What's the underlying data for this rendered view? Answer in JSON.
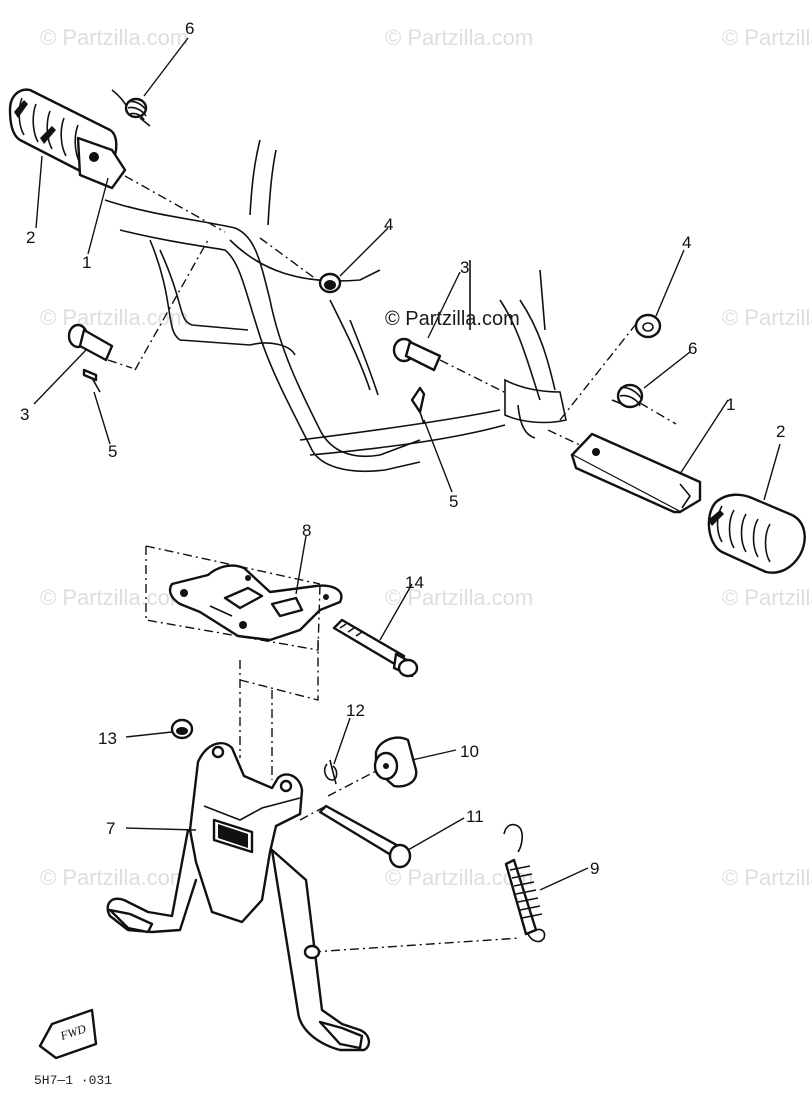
{
  "diagram": {
    "watermark_text": "© Partzilla.com",
    "forward_marker": "FWD",
    "drawing_code": "5H7—1 ·031",
    "callouts": [
      {
        "id": "c6a",
        "label": "6"
      },
      {
        "id": "c2a",
        "label": "2"
      },
      {
        "id": "c1a",
        "label": "1"
      },
      {
        "id": "c4a",
        "label": "4"
      },
      {
        "id": "c3a",
        "label": "3"
      },
      {
        "id": "c5a",
        "label": "5"
      },
      {
        "id": "c3b",
        "label": "3"
      },
      {
        "id": "c4b",
        "label": "4"
      },
      {
        "id": "c6b",
        "label": "6"
      },
      {
        "id": "c1b",
        "label": "1"
      },
      {
        "id": "c2b",
        "label": "2"
      },
      {
        "id": "c5b",
        "label": "5"
      },
      {
        "id": "c8",
        "label": "8"
      },
      {
        "id": "c14",
        "label": "14"
      },
      {
        "id": "c12",
        "label": "12"
      },
      {
        "id": "c13",
        "label": "13"
      },
      {
        "id": "c10",
        "label": "10"
      },
      {
        "id": "c7",
        "label": "7"
      },
      {
        "id": "c11",
        "label": "11"
      },
      {
        "id": "c9",
        "label": "9"
      }
    ]
  },
  "colors": {
    "line": "#111111",
    "background": "#ffffff",
    "watermark": "#dedede"
  }
}
